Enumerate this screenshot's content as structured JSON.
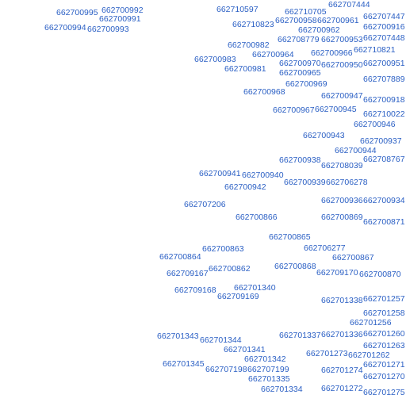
{
  "colors": {
    "label": "#2a5fc4",
    "background": "#ffffff"
  },
  "labels": [
    "662700995",
    "662700992",
    "662700991",
    "662700994",
    "662700993",
    "662710597",
    "662707444",
    "662710705",
    "662707447",
    "662700958",
    "662700961",
    "662710823",
    "662700962",
    "662700916",
    "662708779",
    "662700953",
    "662707448",
    "662700982",
    "662710821",
    "662700964",
    "662700966",
    "662700983",
    "662700970",
    "662700950",
    "662700951",
    "662700981",
    "662700965",
    "662707889",
    "662700969",
    "662700968",
    "662700947",
    "662700918",
    "662700967",
    "662700945",
    "662710022",
    "662700946",
    "662700943",
    "662700937",
    "662700944",
    "662700938",
    "662708039",
    "662708767",
    "662700941",
    "662700940",
    "662700939",
    "662706278",
    "662700942",
    "662707206",
    "662700936",
    "662700934",
    "662700866",
    "662700869",
    "662700871",
    "662700865",
    "662700863",
    "662706277",
    "662700864",
    "662700867",
    "662700862",
    "662700868",
    "662709167",
    "662709170",
    "662700870",
    "662701340",
    "662709168",
    "662709169",
    "662701338",
    "662701257",
    "662701258",
    "662701256",
    "662701343",
    "662701344",
    "662701337",
    "662701336",
    "662701260",
    "662701263",
    "662701341",
    "662701273",
    "662701262",
    "662701342",
    "662701345",
    "662701271",
    "662707198",
    "662707199",
    "662701274",
    "662701270",
    "662701335",
    "662701334",
    "662701272",
    "662701275"
  ]
}
